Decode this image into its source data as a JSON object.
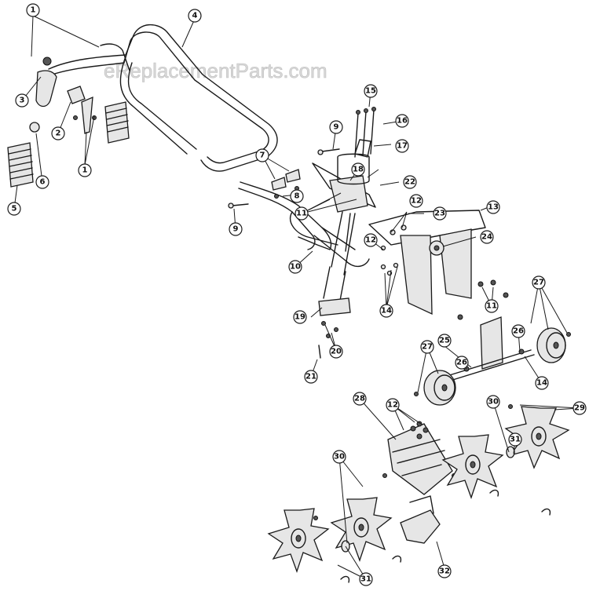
{
  "watermark": "eReplacementParts.com",
  "callouts": [
    {
      "id": "c1a",
      "label": "1"
    },
    {
      "id": "c1b",
      "label": "1"
    },
    {
      "id": "c2",
      "label": "2"
    },
    {
      "id": "c3",
      "label": "3"
    },
    {
      "id": "c4",
      "label": "4"
    },
    {
      "id": "c5",
      "label": "5"
    },
    {
      "id": "c6",
      "label": "6"
    },
    {
      "id": "c7",
      "label": "7"
    },
    {
      "id": "c8",
      "label": "8"
    },
    {
      "id": "c9a",
      "label": "9"
    },
    {
      "id": "c9b",
      "label": "9"
    },
    {
      "id": "c10",
      "label": "10"
    },
    {
      "id": "c11a",
      "label": "11"
    },
    {
      "id": "c11b",
      "label": "11"
    },
    {
      "id": "c12a",
      "label": "12"
    },
    {
      "id": "c12b",
      "label": "12"
    },
    {
      "id": "c12c",
      "label": "12"
    },
    {
      "id": "c13",
      "label": "13"
    },
    {
      "id": "c14a",
      "label": "14"
    },
    {
      "id": "c14b",
      "label": "14"
    },
    {
      "id": "c15",
      "label": "15"
    },
    {
      "id": "c16",
      "label": "16"
    },
    {
      "id": "c17",
      "label": "17"
    },
    {
      "id": "c18",
      "label": "18"
    },
    {
      "id": "c19",
      "label": "19"
    },
    {
      "id": "c20",
      "label": "20"
    },
    {
      "id": "c21",
      "label": "21"
    },
    {
      "id": "c22",
      "label": "22"
    },
    {
      "id": "c23",
      "label": "23"
    },
    {
      "id": "c24",
      "label": "24"
    },
    {
      "id": "c25",
      "label": "25"
    },
    {
      "id": "c26a",
      "label": "26"
    },
    {
      "id": "c26b",
      "label": "26"
    },
    {
      "id": "c27a",
      "label": "27"
    },
    {
      "id": "c27b",
      "label": "27"
    },
    {
      "id": "c28",
      "label": "28"
    },
    {
      "id": "c29",
      "label": "29"
    },
    {
      "id": "c30a",
      "label": "30"
    },
    {
      "id": "c30b",
      "label": "30"
    },
    {
      "id": "c31a",
      "label": "31"
    },
    {
      "id": "c31b",
      "label": "31"
    },
    {
      "id": "c32",
      "label": "32"
    }
  ]
}
